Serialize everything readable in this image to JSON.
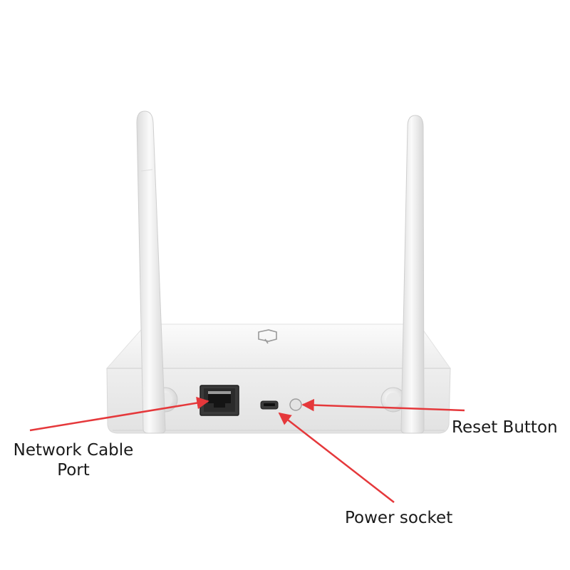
{
  "labels": {
    "network_cable_port": [
      "Network Cable",
      "Port"
    ],
    "reset_button": "Reset Button",
    "power_socket": "Power socket"
  },
  "colors": {
    "arrow": "#e5383b",
    "device_body": "#f2f2f2",
    "antenna": "#f4f4f4",
    "port": "#2b2b2b"
  },
  "icons": {
    "logo": "router-brand-logo"
  }
}
